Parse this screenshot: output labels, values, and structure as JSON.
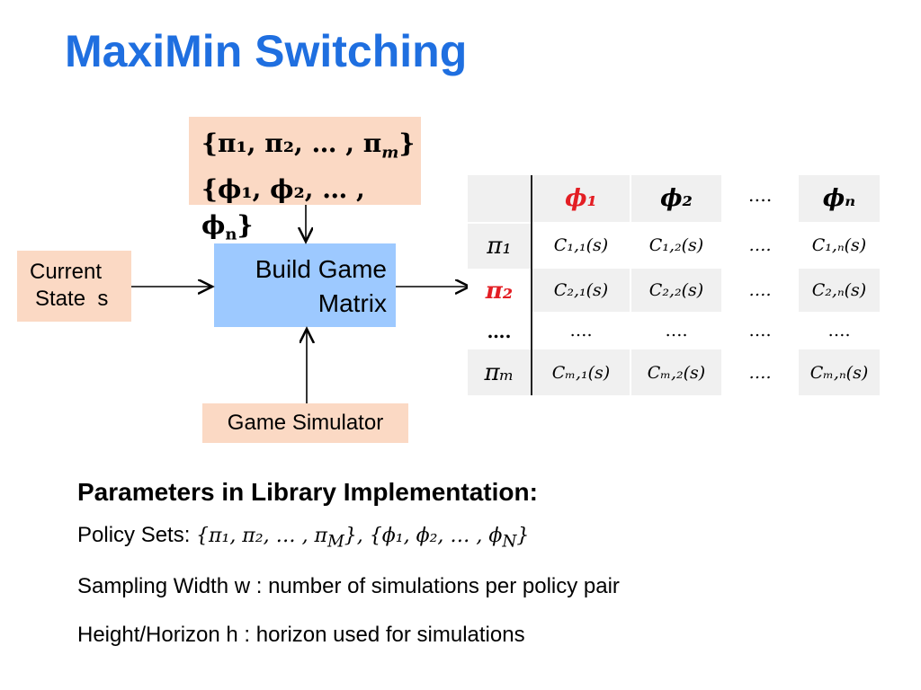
{
  "slide": {
    "title": "MaxiMin Switching"
  },
  "diagram": {
    "policy_sets_line1": "{π₁, π₂, … , π",
    "policy_sets_line1_sub": "m",
    "policy_sets_line2": "{ϕ₁, ϕ₂, … , ϕ",
    "policy_sets_line2_sub": "n",
    "current_state": "Current  \nState  s",
    "current_state_line1": "Current",
    "current_state_line2": "State  s",
    "build_line1": "Build Game",
    "build_line2": "Matrix",
    "game_simulator": "Game Simulator",
    "colors": {
      "peach": "#fbd9c4",
      "blue": "#9dc9ff",
      "title": "#1f6fe0",
      "highlight": "#e31e24"
    }
  },
  "matrix": {
    "col_headers": [
      "ϕ₁",
      "ϕ₂",
      "….",
      "ϕₙ"
    ],
    "row_headers": [
      "π₁",
      "π₂",
      "….",
      "πₘ"
    ],
    "highlight_col": 0,
    "highlight_row": 1,
    "cells": [
      [
        "C₁,₁(s)",
        "C₁,₂(s)",
        "….",
        "C₁,ₙ(s)"
      ],
      [
        "C₂,₁(s)",
        "C₂,₂(s)",
        "….",
        "C₂,ₙ(s)"
      ],
      [
        "….",
        "….",
        "….",
        "…."
      ],
      [
        "Cₘ,₁(s)",
        "Cₘ,₂(s)",
        "….",
        "Cₘ,ₙ(s)"
      ]
    ]
  },
  "params": {
    "heading": "Parameters in Library Implementation:",
    "policy_label": "Policy Sets: ",
    "policy_math": "{π₁, π₂, … , π",
    "policy_math_sub": "M",
    "policy_math2": "}, {ϕ₁, ϕ₂, … , ϕ",
    "policy_math2_sub": "N",
    "policy_math_end": "}",
    "sampling": "Sampling Width w : number of simulations per policy pair",
    "horizon": "Height/Horizon h : horizon used for simulations"
  }
}
